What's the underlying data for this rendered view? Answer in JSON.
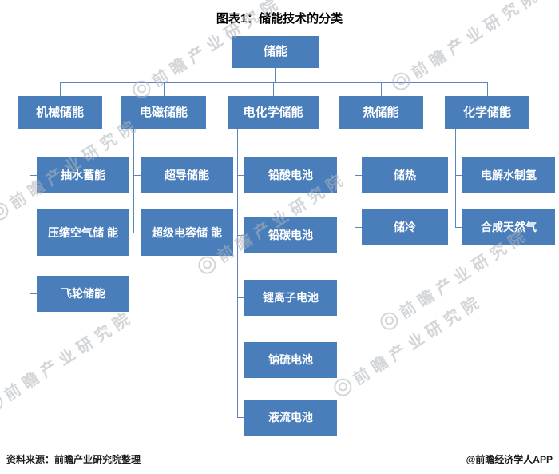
{
  "title": "图表1：储能技术的分类",
  "diagram": {
    "root": {
      "label": "储能"
    },
    "categories": [
      {
        "label": "机械储能",
        "children": [
          "抽水蓄能",
          "压缩空气储\n能",
          "飞轮储能"
        ]
      },
      {
        "label": "电磁储能",
        "children": [
          "超导储能",
          "超级电容储\n能"
        ]
      },
      {
        "label": "电化学储能",
        "children": [
          "铅酸电池",
          "铅碳电池",
          "锂离子电池",
          "钠硫电池",
          "液流电池"
        ]
      },
      {
        "label": "热储能",
        "children": [
          "储热",
          "储冷"
        ]
      },
      {
        "label": "化学储能",
        "children": [
          "电解水制氢",
          "合成天然气"
        ]
      }
    ],
    "colors": {
      "box": "#4a7ebb",
      "line": "#5a85c0",
      "box_text": "#ffffff"
    }
  },
  "watermark": {
    "text": "前瞻产业研究院"
  },
  "footer": {
    "source": "资料来源：前瞻产业研究院整理",
    "credit": "@前瞻经济学人APP"
  }
}
